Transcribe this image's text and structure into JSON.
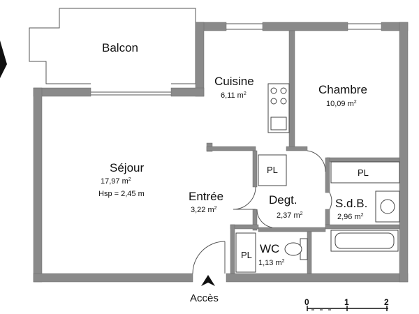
{
  "rooms": {
    "balcon": {
      "name": "Balcon"
    },
    "cuisine": {
      "name": "Cuisine",
      "area": "6,11 m",
      "unit_sup": "2"
    },
    "chambre": {
      "name": "Chambre",
      "area": "10,09 m",
      "unit_sup": "2"
    },
    "sejour": {
      "name": "Séjour",
      "area": "17,97 m",
      "unit_sup": "2",
      "height": "Hsp = 2,45 m"
    },
    "entree": {
      "name": "Entrée",
      "area": "3,22 m",
      "unit_sup": "2"
    },
    "degt": {
      "name": "Degt.",
      "area": "2,37 m",
      "unit_sup": "2"
    },
    "sdb": {
      "name": "S.d.B.",
      "area": "2,96 m",
      "unit_sup": "2"
    },
    "wc": {
      "name": "WC",
      "area": "1,13 m",
      "unit_sup": "2"
    }
  },
  "closets": {
    "label_1": "PL",
    "label_2": "PL",
    "label_3": "PL"
  },
  "entrance": {
    "label": "Accès"
  },
  "scale": {
    "tick_0": "0",
    "tick_1": "1",
    "tick_2": "2"
  },
  "colors": {
    "wall": "#8a8a8a",
    "line": "#555555",
    "text": "#111111"
  }
}
